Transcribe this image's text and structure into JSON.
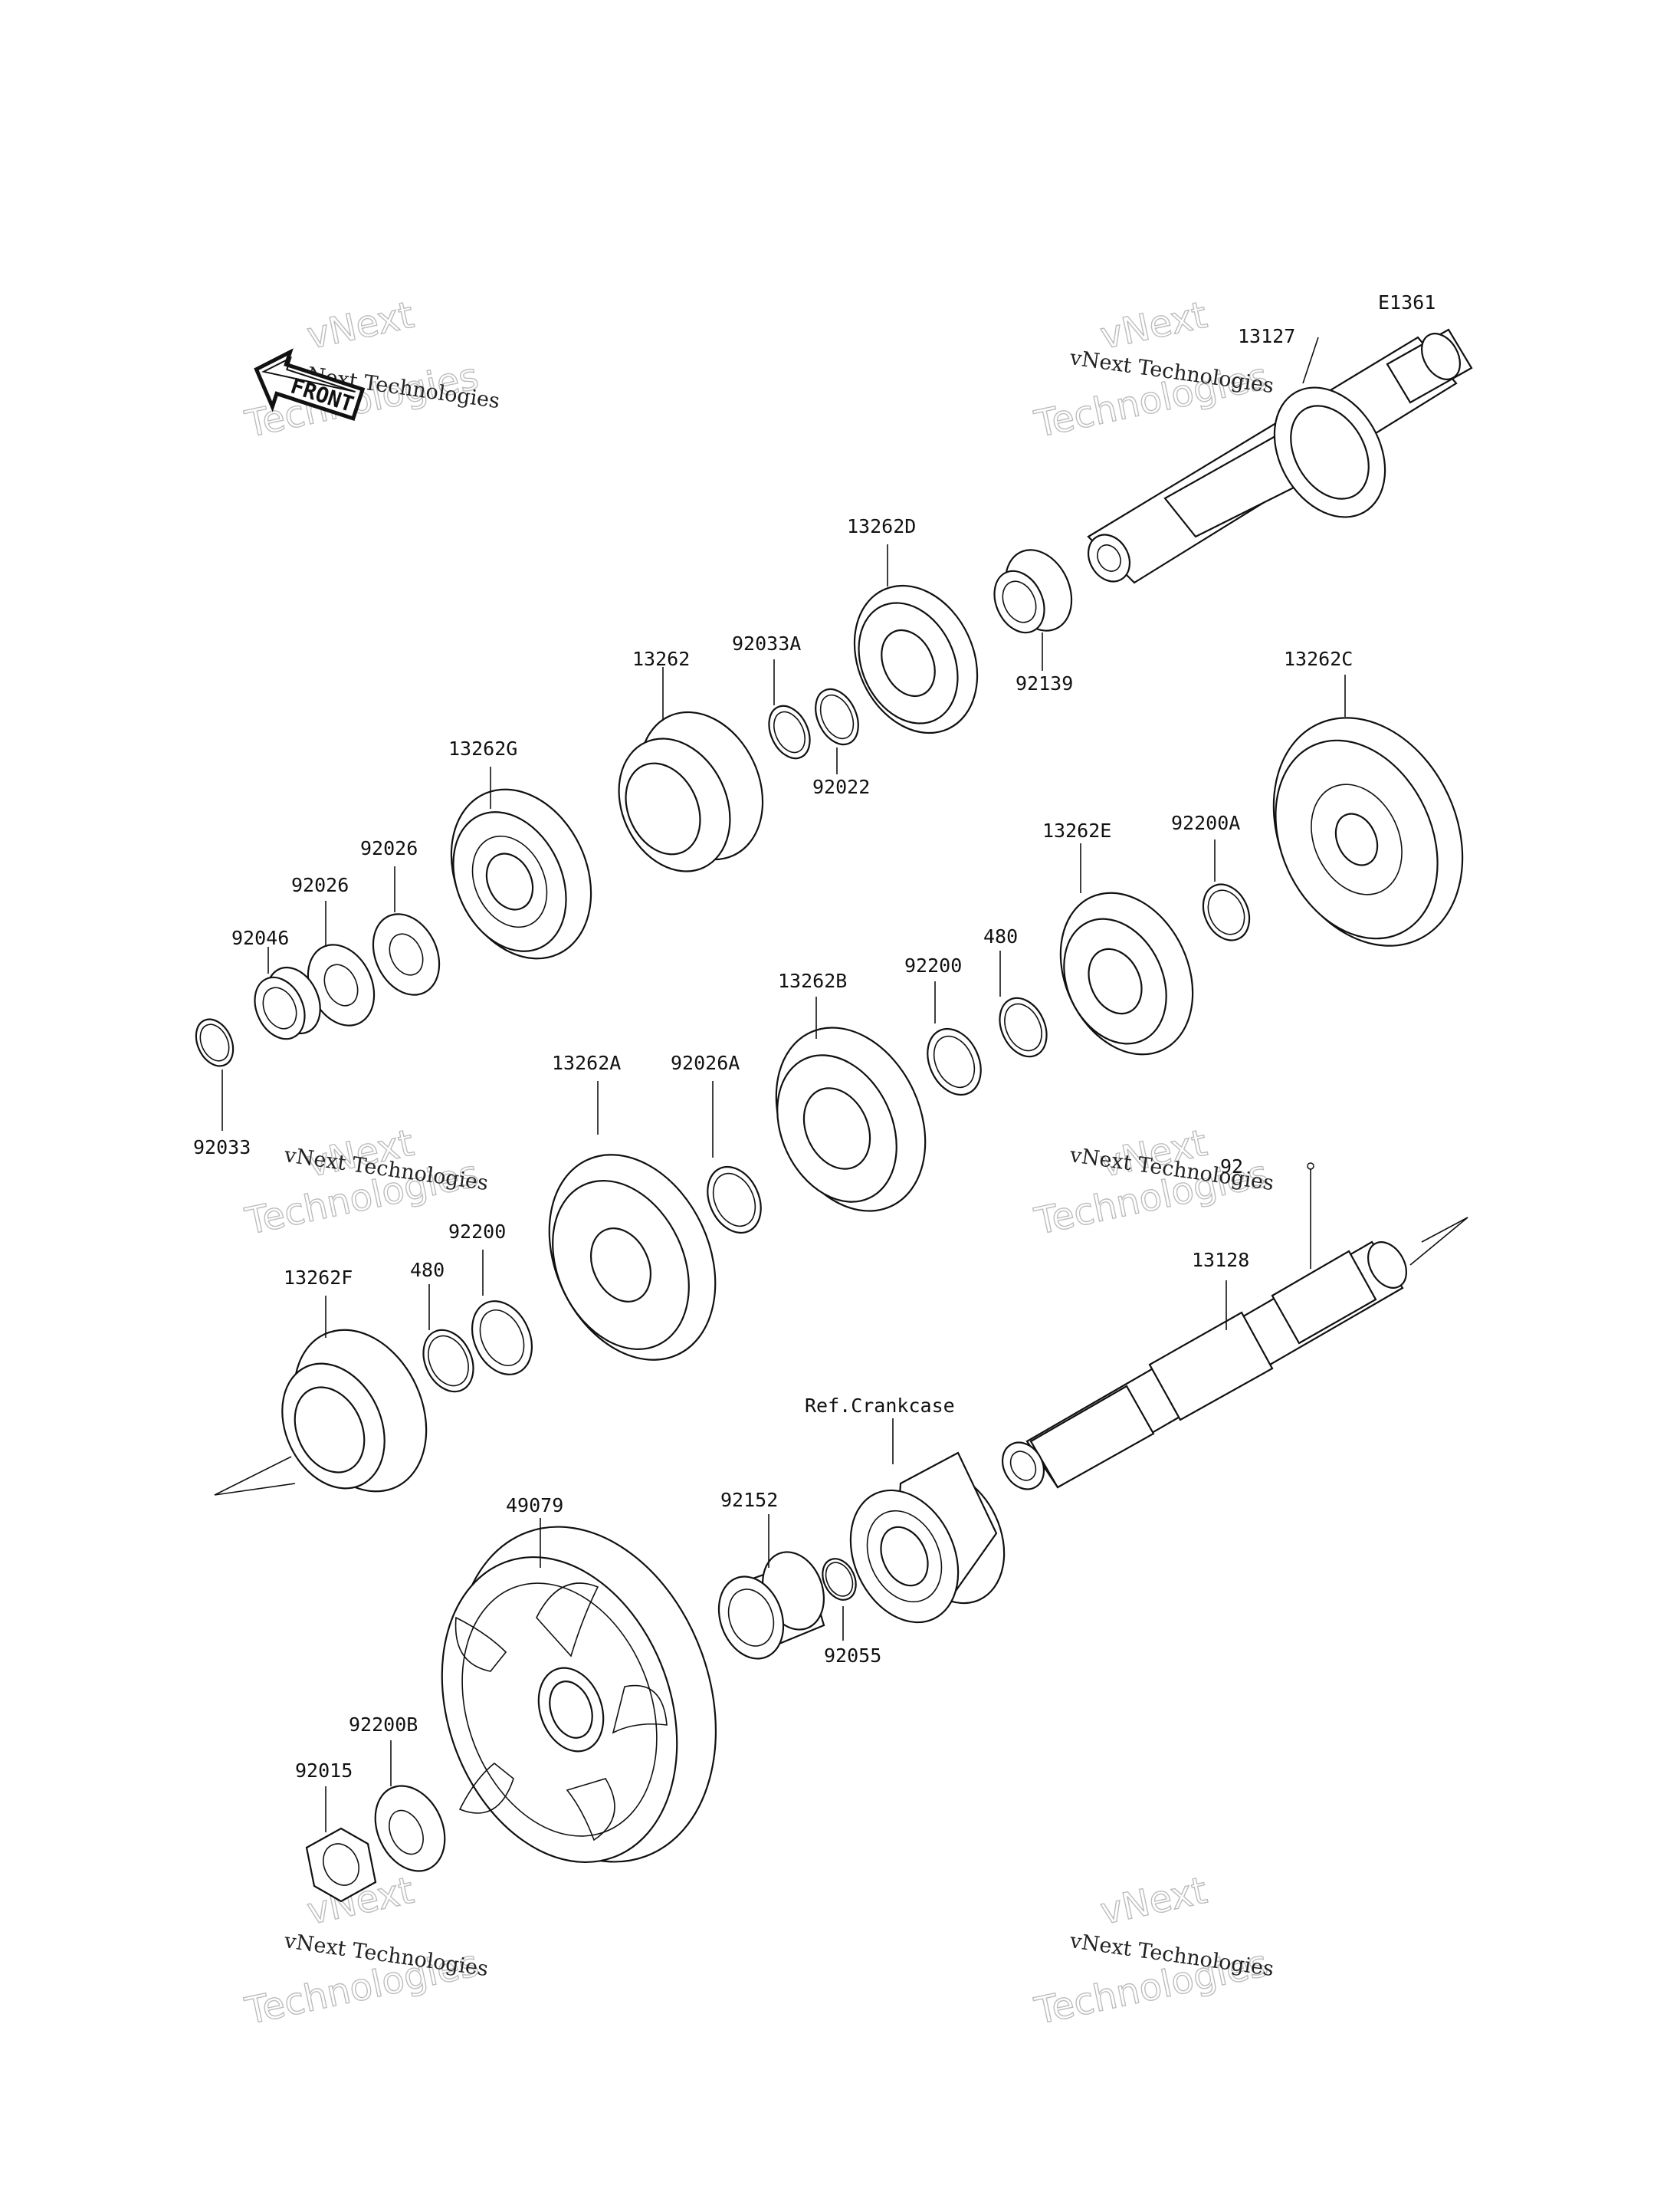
{
  "diagram": {
    "diagram_code": "E1361",
    "front_label": "FRONT",
    "watermark": "vNext Technologies",
    "watermark_big_line1": "vNext",
    "watermark_big_line2": "Technologies",
    "labels": {
      "p13127": "13127",
      "p13262D": "13262D",
      "p92033A": "92033A",
      "p92139": "92139",
      "p13262": "13262",
      "p92022": "92022",
      "p13262G": "13262G",
      "p13262C": "13262C",
      "p92026_a": "92026",
      "p92026_b": "92026",
      "p92046": "92046",
      "p13262E": "13262E",
      "p92200A": "92200A",
      "p480_a": "480",
      "p92200_a": "92200",
      "p13262B": "13262B",
      "p92033": "92033",
      "p13262A": "13262A",
      "p92026A": "92026A",
      "p92200_b": "92200",
      "p480_b": "480",
      "p13262F": "13262F",
      "p13128": "13128",
      "p_ref": "Ref.Crankcase",
      "p49079": "49079",
      "p92152": "92152",
      "p92055": "92055",
      "p92200B": "92200B",
      "p92015": "92015",
      "p92_partial": "92"
    }
  }
}
